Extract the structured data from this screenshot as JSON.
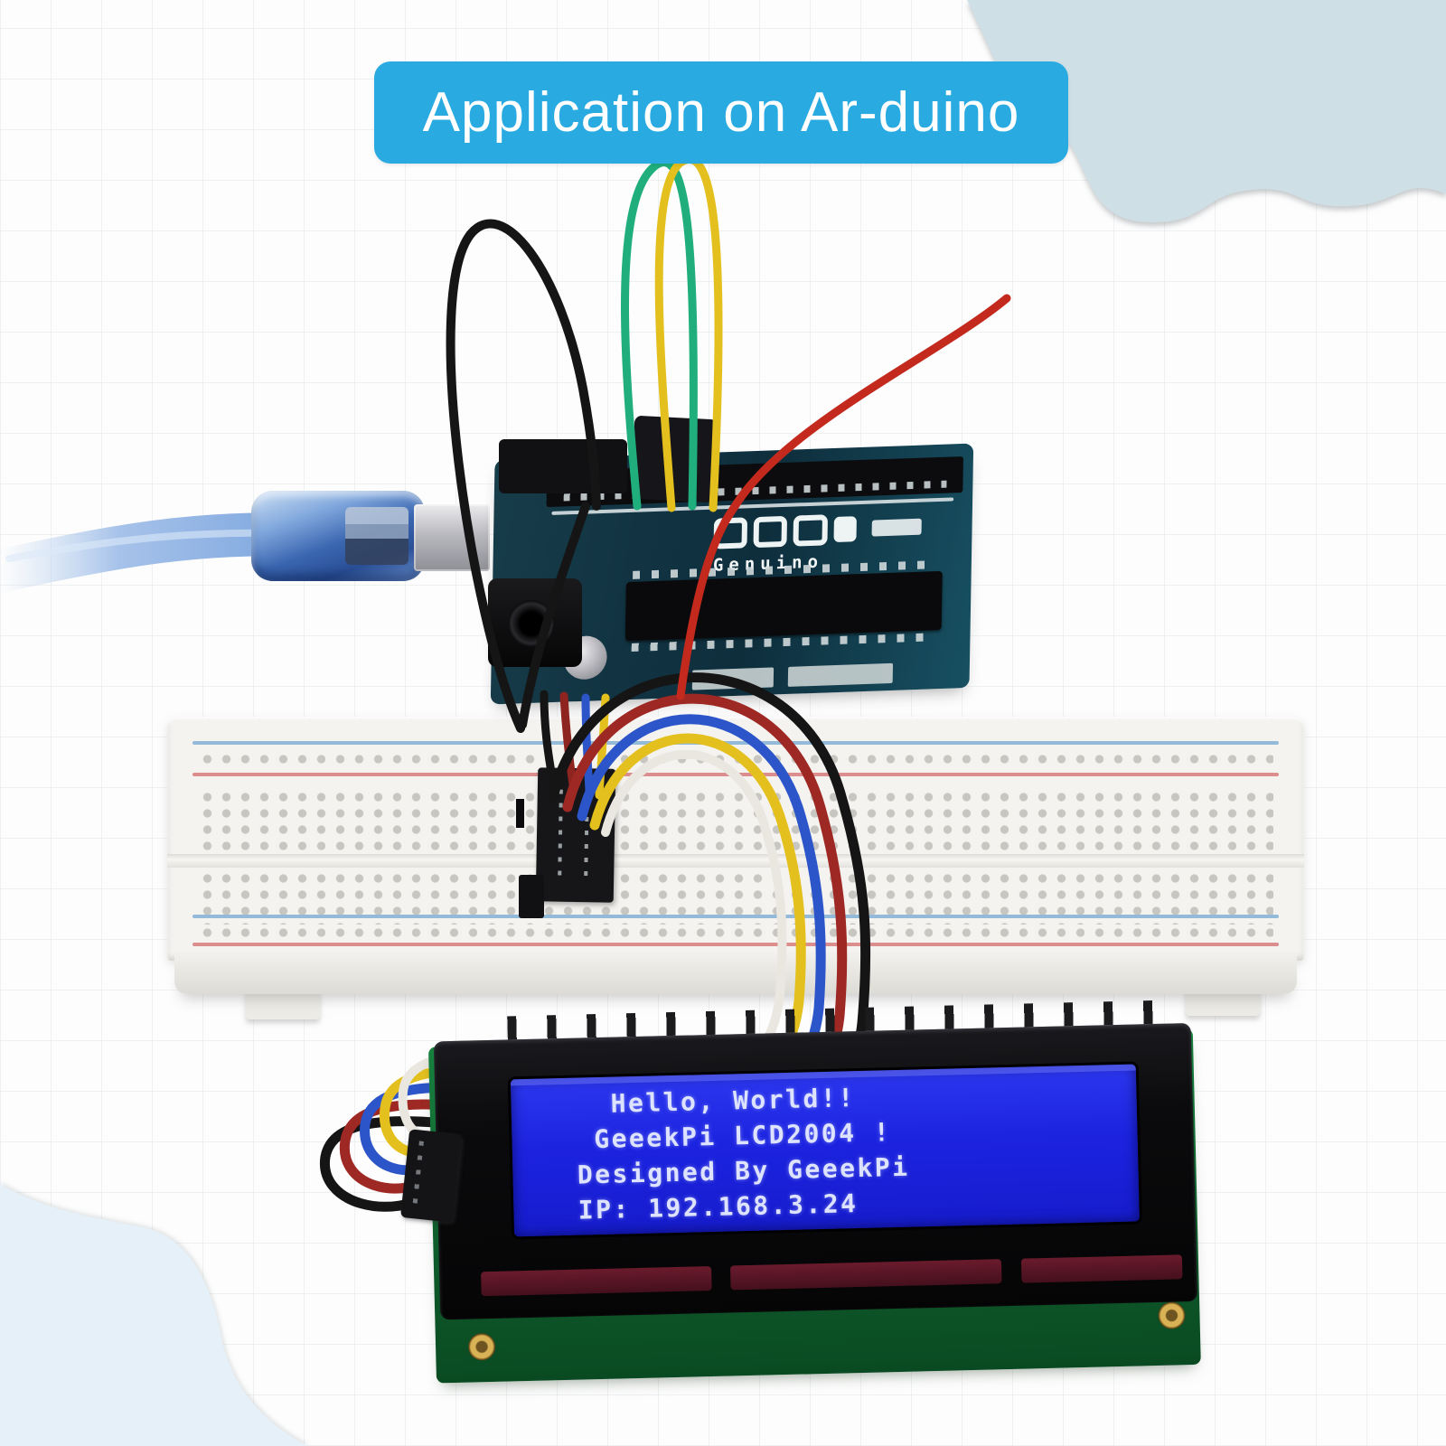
{
  "banner": {
    "label": "Application on Ar-duino",
    "bg_color": "#29abe2",
    "text_color": "#ffffff"
  },
  "arduino_board": {
    "brand": "Genuino"
  },
  "lcd_display": {
    "line1": "   Hello, World!!",
    "line2": "  GeeekPi LCD2004 !",
    "line3": " Designed By GeeekPi",
    "line4": " IP: 192.168.3.24",
    "screen_color": "#1c23e0",
    "text_color": "#dde3ff",
    "pcb_color": "#0e5c2b"
  },
  "colors": {
    "arduino_teal": "#0e2e3c",
    "usb_cable_blue": "#6f9bd8",
    "breadboard_white": "#f4f3f0",
    "rail_blue": "#93bbd9",
    "rail_red": "#dc8d8d",
    "wire_black": "#151515",
    "wire_red": "#b52a20",
    "wire_blue": "#2b55c8",
    "wire_yellow": "#e4c01f",
    "wire_green": "#1fae7c",
    "wire_white": "#e9e7e0",
    "corner_blob_top": "#cfdfe6",
    "corner_blob_bottom": "#e6f0f8"
  }
}
